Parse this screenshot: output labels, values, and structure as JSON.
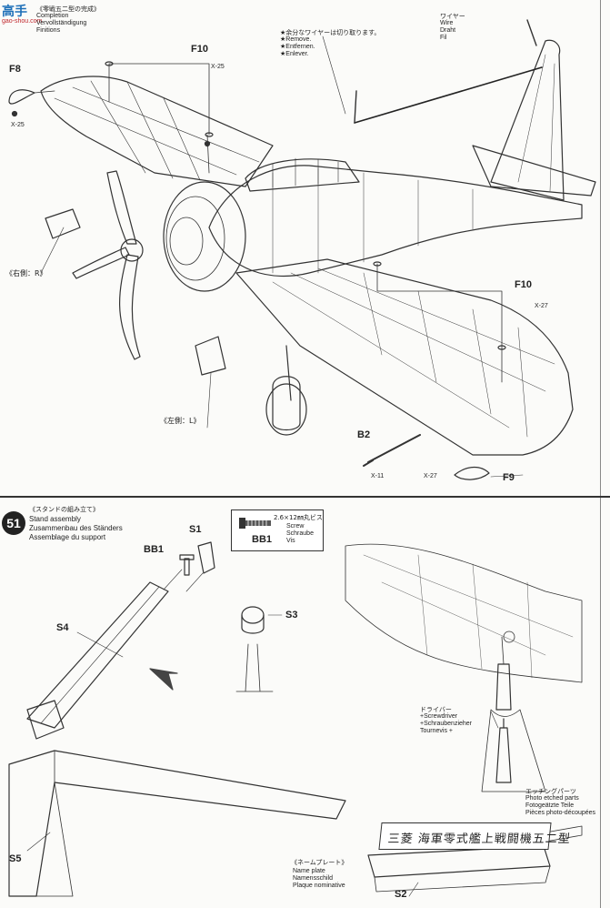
{
  "watermark": {
    "logo_text": "高手",
    "logo_sub": "gao-shou.com"
  },
  "step50": {
    "title_jp": "《零戦五二型の完成》",
    "title_en": "Completion",
    "title_de": "Vervollständigung",
    "title_fr": "Finitions",
    "wire_note_jp": "★余分なワイヤーは切り取ります。",
    "wire_note_en": "★Remove.",
    "wire_note_de": "★Entfernen.",
    "wire_note_fr": "★Enlever.",
    "wire_label_jp": "ワイヤー",
    "wire_label_en": "Wire",
    "wire_label_de": "Draht",
    "wire_label_fr": "Fil",
    "right_side": "《右側：R》",
    "left_side": "《左側：L》",
    "parts": {
      "f8": "F8",
      "f8_qty": "X-25",
      "f10_top": "F10",
      "f10_top_qty": "X-25",
      "f10_right": "F10",
      "f10_right_qty": "X-27",
      "b2": "B2",
      "b2_qty": "X-11",
      "f9": "F9",
      "f9_qty": "X-27"
    }
  },
  "step51": {
    "number": "51",
    "title_jp": "《スタンドの組み立て》",
    "title_en": "Stand assembly",
    "title_de": "Zusammenbau des Ständers",
    "title_fr": "Assemblage du support",
    "screw": {
      "size": "2.6×12㎜丸ビス",
      "en": "Screw",
      "de": "Schraube",
      "fr": "Vis",
      "part": "BB1"
    },
    "parts": {
      "s1": "S1",
      "bb1": "BB1",
      "s3": "S3",
      "s4": "S4",
      "s5": "S5",
      "s2": "S2"
    },
    "driver_jp": "ドライバー",
    "driver_en": "+Screwdriver",
    "driver_de": "+Schraubenzieher",
    "driver_fr": "Tournevis +",
    "etched_jp": "エッチングパーツ",
    "etched_en": "Photo etched parts",
    "etched_de": "Fotogeätzte Teile",
    "etched_fr": "Pièces photo-découpées",
    "nameplate_jp": "《ネームプレート》",
    "nameplate_en": "Name plate",
    "nameplate_de": "Namensschild",
    "nameplate_fr": "Plaque nominative",
    "plate_text": "三菱 海軍零式艦上戦闘機五二型"
  }
}
